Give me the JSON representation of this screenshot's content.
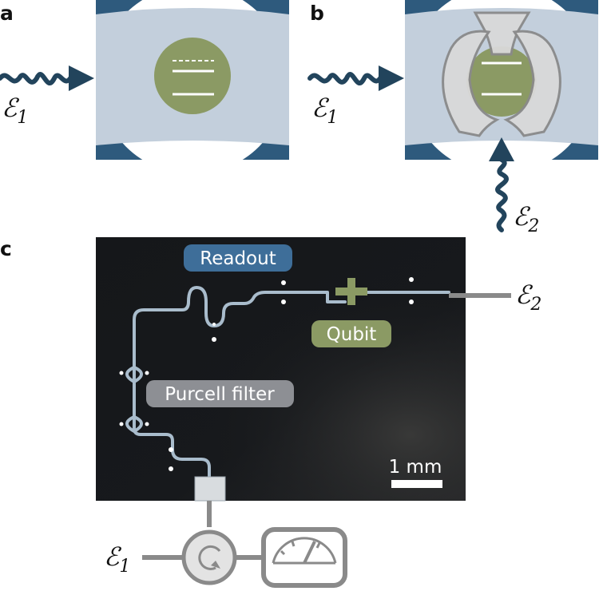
{
  "panels": {
    "a": {
      "letter": "a",
      "drive_symbol": "ℰ",
      "drive_sub": "1"
    },
    "b": {
      "letter": "b",
      "drive1_symbol": "ℰ",
      "drive1_sub": "1",
      "drive2_symbol": "ℰ",
      "drive2_sub": "2"
    },
    "c": {
      "letter": "c",
      "labels": {
        "readout": "Readout",
        "qubit": "Qubit",
        "purcell": "Purcell filter",
        "scale": "1 mm"
      },
      "drive_in_symbol": "ℰ",
      "drive_in_sub": "1",
      "drive_out_symbol": "ℰ",
      "drive_out_sub": "2"
    }
  },
  "colors": {
    "cavity_wall": "#2e5a7d",
    "cavity_light": "#c3cfdc",
    "qubit_green": "#8b9a64",
    "wave_dark": "#22445c",
    "readout_tag": "#3e6e99",
    "qubit_tag": "#8b9a64",
    "purcell_tag": "#8d8f94",
    "schematic_gray": "#8a8a8a",
    "chip_bg": "#141619"
  },
  "icons": [
    "wavy-arrow-icon",
    "circulator-icon",
    "meter-icon",
    "scale-bar-icon"
  ]
}
